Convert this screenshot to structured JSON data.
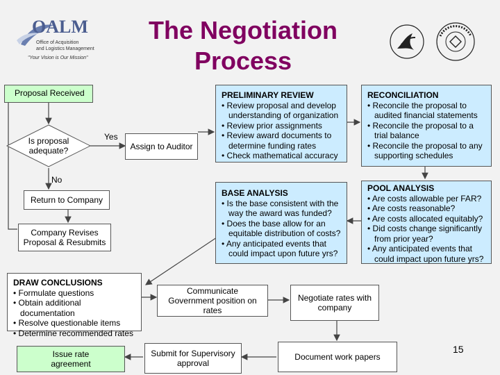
{
  "logo": {
    "name": "OALM",
    "line1": "Office of Acquisition",
    "line2": "and Logistics Management",
    "motto": "\"Your Vision is Our Mission\""
  },
  "title": {
    "line1": "The Negotiation",
    "line2": "Process"
  },
  "nodes": {
    "proposal_received": "Proposal Received",
    "is_adequate": "Is proposal adequate?",
    "assign_auditor": "Assign to Auditor",
    "return_company": "Return to Company",
    "company_revises": "Company Revises Proposal & Resubmits",
    "communicate_gov": "Communicate Government position on rates",
    "negotiate_rates": "Negotiate rates with company",
    "issue_rate": "Issue rate agreement",
    "submit_supervisory": "Submit for Supervisory approval",
    "document_papers": "Document work papers"
  },
  "labels": {
    "yes": "Yes",
    "no": "No"
  },
  "preliminary": {
    "heading": "PRELIMINARY REVIEW",
    "items": [
      "• Review proposal and develop understanding of organization",
      "• Review prior assignments",
      "• Review award documents to determine funding rates",
      "• Check mathematical accuracy"
    ]
  },
  "reconciliation": {
    "heading": "RECONCILIATION",
    "items": [
      "• Reconcile the proposal to audited financial statements",
      "• Reconcile the proposal to a trial balance",
      "• Reconcile the proposal to any supporting schedules"
    ]
  },
  "base_analysis": {
    "heading": "BASE ANALYSIS",
    "items": [
      "• Is the base consistent with the way the award was funded?",
      "• Does the base allow for an equitable distribution of costs?",
      "• Any anticipated events that could impact upon future yrs?"
    ]
  },
  "pool_analysis": {
    "heading": "POOL ANALYSIS",
    "items": [
      "• Are costs allowable per FAR?",
      "• Are costs reasonable?",
      "• Are costs allocated equitably?",
      "• Did costs change significantly from prior year?",
      "• Any anticipated events that could impact upon future yrs?"
    ]
  },
  "draw_conclusions": {
    "heading": "DRAW CONCLUSIONS",
    "items": [
      "• Formulate questions",
      "• Obtain additional documentation",
      "• Resolve questionable items",
      "• Determine recommended rates"
    ]
  },
  "page_number": "15"
}
